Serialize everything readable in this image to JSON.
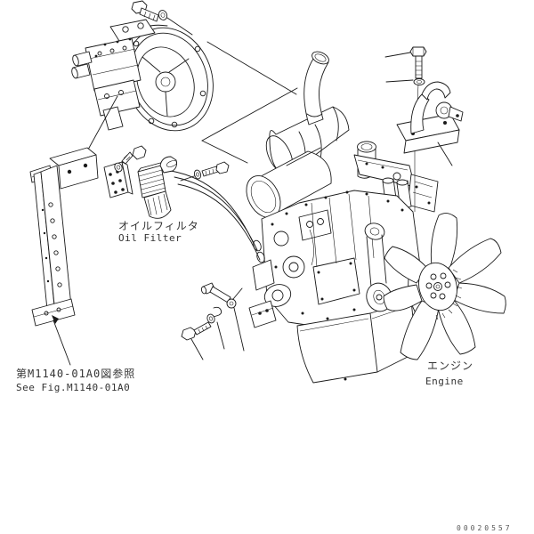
{
  "diagram": {
    "type": "parts-drawing",
    "labels": {
      "oil_filter_jp": "オイルフィルタ",
      "oil_filter_en": "Oil Filter",
      "see_fig_jp": "第M1140-01A0図参照",
      "see_fig_en": "See Fig.M1140-01A0",
      "engine_jp": "エンジン",
      "engine_en": "Engine",
      "drawing_number": "00020557"
    },
    "parts": {
      "pump": "hydraulic-pump-assembly",
      "pump_bolt": "bolt-and-washer",
      "mount_bracket": "vertical-mount-bracket",
      "filter_plate": "filter-mount-plate",
      "oil_filter": "oil-filter-with-hoses",
      "engine": "engine-assembly",
      "fan": "cooling-fan",
      "lifting_bracket": "lifting-bracket",
      "top_bolt": "mounting-bolt",
      "top_washer": "washer",
      "clamp_parts": "hose-clamp-bolt-washer"
    },
    "colors": {
      "line": "#1a1a1a",
      "background": "#ffffff",
      "text": "#333333"
    }
  }
}
